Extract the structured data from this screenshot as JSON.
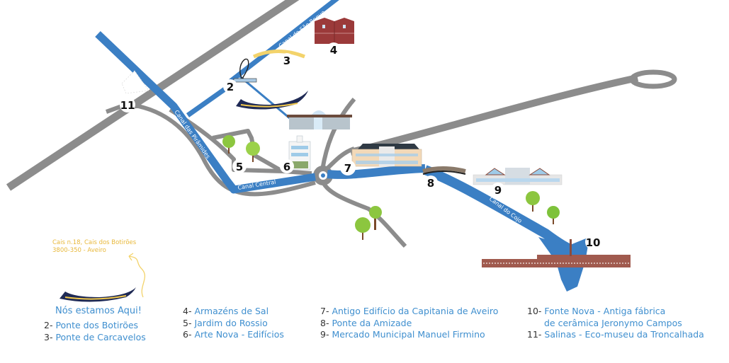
{
  "map": {
    "title": "Mapa de Aveiro - Canais",
    "colors": {
      "canal": "#3b7fc4",
      "road": "#8c8c8c",
      "legend_name": "#3f8fcf",
      "legend_number": "#333333",
      "address": "#e8b83a",
      "marker_bg": "#ffffff",
      "building_red": "#9b3a3a",
      "tree_green": "#8cc63f"
    },
    "canals": [
      {
        "name": "Canal de São Roque"
      },
      {
        "name": "Canal das Pirâmides"
      },
      {
        "name": "Canal Central"
      },
      {
        "name": "Canal do Cojo"
      }
    ],
    "markers": [
      {
        "number": "2",
        "label": "2"
      },
      {
        "number": "3",
        "label": "3"
      },
      {
        "number": "4",
        "label": "4"
      },
      {
        "number": "5",
        "label": "5"
      },
      {
        "number": "6",
        "label": "6"
      },
      {
        "number": "7",
        "label": "7"
      },
      {
        "number": "8",
        "label": "8"
      },
      {
        "number": "9",
        "label": "9"
      },
      {
        "number": "10",
        "label": "10"
      },
      {
        "number": "11",
        "label": "11"
      }
    ]
  },
  "you_are_here": {
    "address_line1": "Cais n.18, Cais dos Botirões",
    "address_line2": "3800-350 - Aveiro",
    "label": "Nós estamos Aqui!"
  },
  "legend": {
    "col1": [
      {
        "num": "2- ",
        "name": "Ponte dos Botirões"
      },
      {
        "num": "3- ",
        "name": "Ponte de Carcavelos"
      }
    ],
    "col2": [
      {
        "num": "4- ",
        "name": "Armazéns de Sal"
      },
      {
        "num": "5- ",
        "name": "Jardim do Rossio"
      },
      {
        "num": "6- ",
        "name": "Arte Nova - Edifícios"
      }
    ],
    "col3": [
      {
        "num": "7- ",
        "name": "Antigo Edifício da Capitania de Aveiro"
      },
      {
        "num": "8- ",
        "name": "Ponte da Amizade"
      },
      {
        "num": "9- ",
        "name": "Mercado Municipal Manuel Firmino"
      }
    ],
    "col4": [
      {
        "num": "10- ",
        "name": "Fonte Nova - Antiga fábrica",
        "name2": "de cerâmica Jeronymo Campos"
      },
      {
        "num": "11- ",
        "name": "Salinas - Eco-museu da Troncalhada"
      }
    ]
  }
}
